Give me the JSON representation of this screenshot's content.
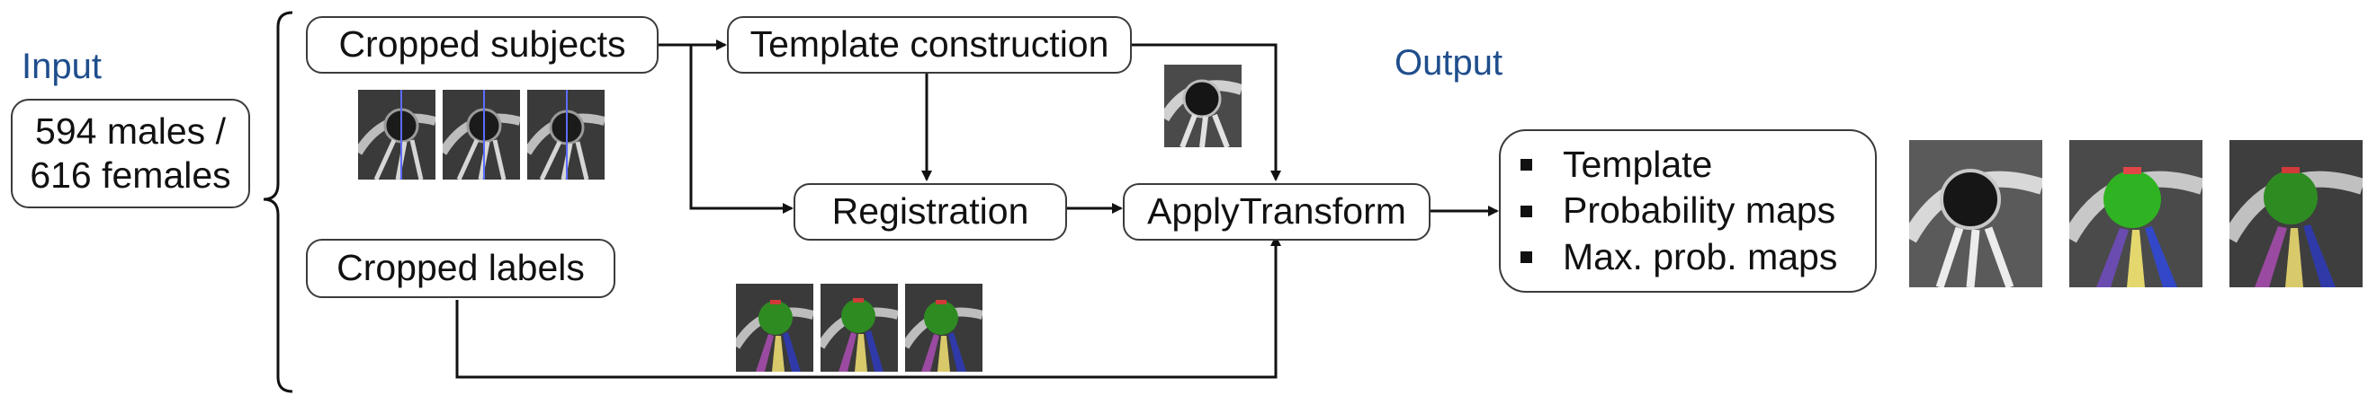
{
  "headings": {
    "input": "Input",
    "output": "Output"
  },
  "input_box": {
    "line1": "594 males /",
    "line2": "616 females"
  },
  "nodes": {
    "cropped_subjects": "Cropped subjects",
    "template_construction": "Template construction",
    "registration": "Registration",
    "apply_transform": "ApplyTransform",
    "cropped_labels": "Cropped labels"
  },
  "output_list": [
    "Template",
    "Probability maps",
    "Max. prob. maps"
  ],
  "colors": {
    "heading": "#1f4e8c",
    "border": "#3b3b3b",
    "eye_label": "#2e8b22",
    "nerve_label_1": "#d8c96a",
    "nerve_label_2": "#2f3aa8",
    "nerve_label_3": "#9a4aa0",
    "marker": "#d03a3a"
  },
  "thumbnails": {
    "subject_scans": [
      "mri-slice",
      "mri-slice",
      "mri-slice"
    ],
    "template_preview": "mri-template",
    "label_maps": [
      "labeled-slice",
      "labeled-slice",
      "labeled-slice"
    ],
    "output_maps": [
      "template-image",
      "probability-map",
      "max-probability-map"
    ]
  }
}
